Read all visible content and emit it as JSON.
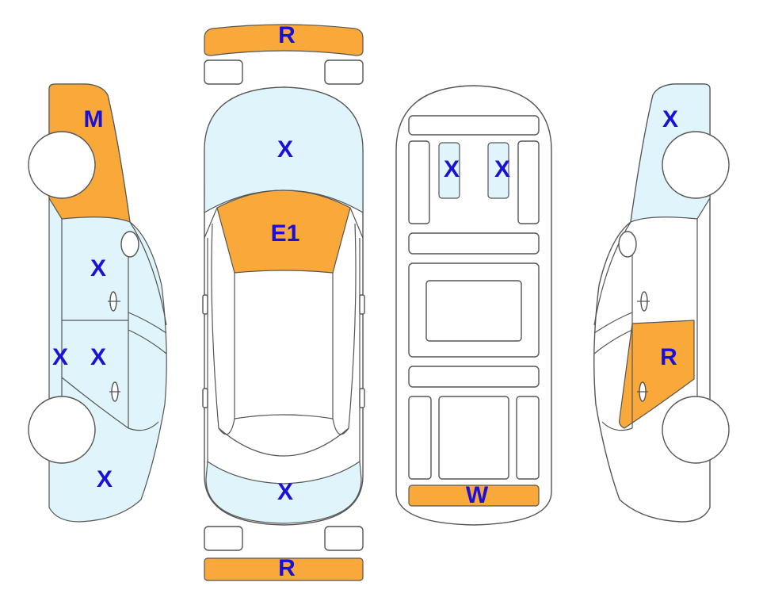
{
  "colors": {
    "light": "#dff4fb",
    "damage": "#f9a93a",
    "label": "#1a10d8",
    "outline": "#555555"
  },
  "labels": {
    "front_bumper": "R",
    "hood": "X",
    "windshield": "E1",
    "trunk_lid": "X",
    "rear_bumper": "R",
    "underbody_left_rail": "X",
    "underbody_right_rail": "X",
    "underbody_rear": "W",
    "left_front_fender": "M",
    "left_front_door": "X",
    "left_rocker": "X",
    "left_rear_door": "X",
    "left_quarter_panel": "X",
    "right_front_fender": "X",
    "right_rear_door": "R"
  }
}
